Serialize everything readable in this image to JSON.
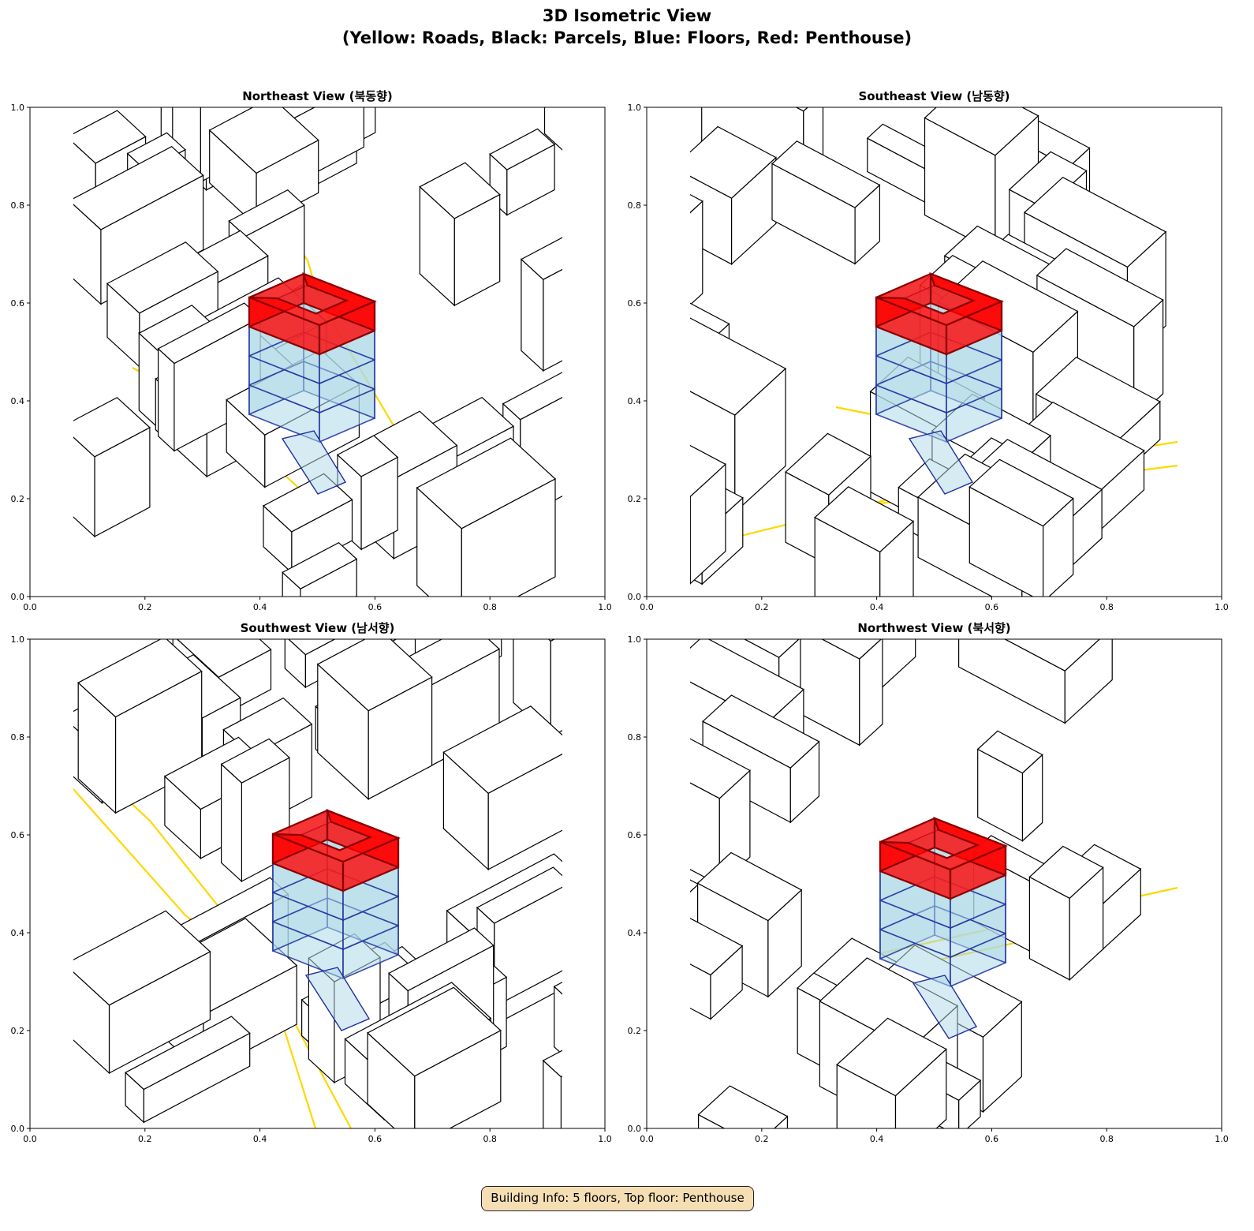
{
  "title_line1": "3D Isometric View",
  "title_line2": "(Yellow: Roads, Black: Parcels, Blue: Floors, Red: Penthouse)",
  "info_box": "Building Info: 5 floors, Top floor: Penthouse",
  "colors": {
    "roads": "#ffd700",
    "parcels": "#000000",
    "floors_fill": "#add8e6",
    "floors_edge": "#1f2fa0",
    "penthouse_fill": "#ff0000",
    "penthouse_edge": "#8b0000",
    "info_bg": "#f5deb3"
  },
  "chart_data": [
    {
      "type": "diagram-3d",
      "title": "Northeast View (북동향)",
      "xlim": [
        0,
        1
      ],
      "ylim": [
        0,
        1
      ],
      "xticks": [
        "0.0",
        "0.2",
        "0.4",
        "0.6",
        "0.8",
        "1.0"
      ],
      "yticks": [
        "0.0",
        "0.2",
        "0.4",
        "0.6",
        "0.8",
        "1.0"
      ],
      "floors": 5,
      "top_floor": "Penthouse"
    },
    {
      "type": "diagram-3d",
      "title": "Southeast View (남동향)",
      "xlim": [
        0,
        1
      ],
      "ylim": [
        0,
        1
      ],
      "xticks": [
        "0.0",
        "0.2",
        "0.4",
        "0.6",
        "0.8",
        "1.0"
      ],
      "yticks": [
        "0.0",
        "0.2",
        "0.4",
        "0.6",
        "0.8",
        "1.0"
      ],
      "floors": 5,
      "top_floor": "Penthouse"
    },
    {
      "type": "diagram-3d",
      "title": "Southwest View (남서향)",
      "xlim": [
        0,
        1
      ],
      "ylim": [
        0,
        1
      ],
      "xticks": [
        "0.0",
        "0.2",
        "0.4",
        "0.6",
        "0.8",
        "1.0"
      ],
      "yticks": [
        "0.0",
        "0.2",
        "0.4",
        "0.6",
        "0.8",
        "1.0"
      ],
      "floors": 5,
      "top_floor": "Penthouse"
    },
    {
      "type": "diagram-3d",
      "title": "Northwest View (북서향)",
      "xlim": [
        0,
        1
      ],
      "ylim": [
        0,
        1
      ],
      "xticks": [
        "0.0",
        "0.2",
        "0.4",
        "0.6",
        "0.8",
        "1.0"
      ],
      "yticks": [
        "0.0",
        "0.2",
        "0.4",
        "0.6",
        "0.8",
        "1.0"
      ],
      "floors": 5,
      "top_floor": "Penthouse"
    }
  ]
}
